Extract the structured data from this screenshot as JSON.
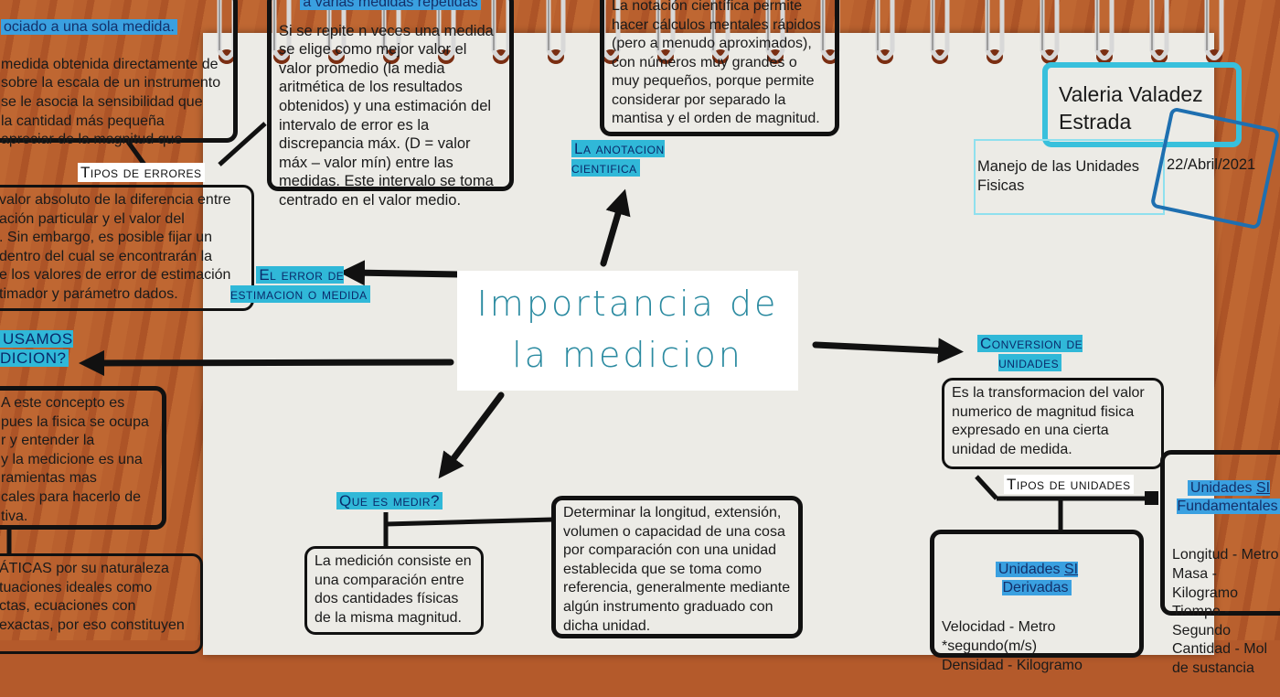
{
  "title": "Importancia de\nla medicion",
  "author": {
    "name": "Valeria Valadez\nEstrada",
    "subject": "Manejo de las Unidades\nFisicas",
    "date": "22/Abril/2021"
  },
  "boxes": {
    "single": {
      "heading": "ociado a una sola medida.",
      "body": "medida obtenida directamente de\n sobre la escala de un instrumento\nse le asocia la sensibilidad que\n la cantidad más pequeña\n apreciar de la magnitud que"
    },
    "repeated": {
      "heading": "a varias medidas repetidas",
      "body": "Si se repite n veces una medida se elige como mejor valor el valor promedio (la media aritmética de los resultados obtenidos) y una estimación del intervalo de error es la discrepancia máx. (D = valor máx – valor mín) entre las medidas. Este intervalo se toma centrado en el valor medio."
    },
    "error": "valor absoluto de la diferencia entre\nación particular y el valor del\n. Sin embargo, es posible fijar un\ndentro del cual se encontrarán la\ne los valores de error de estimación\ntimador y parámetro dados.",
    "why": "A este concepto es\n pues la fisica se ocupa\nr y entender la\n y la medicione es una\nramientas mas\ncales para hacerlo de\ntiva.",
    "math": "ÁTICAS por su naturaleza\ntuaciones ideales como\nctas, ecuaciones con\n exactas, por eso constituyen",
    "scientific": "La notación científica permite hacer cálculos mentales rápidos (pero a menudo aproximados), con números muy grandes o muy pequeños, porque permite considerar por separado la mantisa  y el orden de magnitud.",
    "measure1": "La medición consiste en una comparación entre dos cantidades físicas de la misma magnitud.",
    "measure2": "Determinar la longitud, extensión, volumen o capacidad de una cosa por comparación con una unidad establecida que se toma como referencia, generalmente mediante algún instrumento graduado con dicha unidad.",
    "conversion": "Es la transformacion del valor numerico de magnitud fisica expresado en una cierta unidad de medida.",
    "derived": {
      "heading1": "Unidades ",
      "heading_si": "SI",
      "heading2": "Derivadas",
      "body": "Velocidad - Metro\n          *segundo(m/s)\nDensidad - Kilogramo"
    },
    "fundamental": {
      "heading1": "Unidades ",
      "heading_si": "SI",
      "heading2": "Fundamentales",
      "body": "Longitud - Metro\nMasa - Kilogramo\nTiempo - Segundo\nCantidad  -  Mol\nde sustancia"
    }
  },
  "labels": {
    "error_types": "Tipos de errores",
    "estimation_error": "El error de\nestimacion o medida",
    "why_use": "USAMOS\nDICION?",
    "scientific_notation": "La anotacion\ncientifica",
    "what_is": "Que es medir?",
    "conversion": "Conversion de\nunidades",
    "unit_types": "Tipos de unidades"
  }
}
